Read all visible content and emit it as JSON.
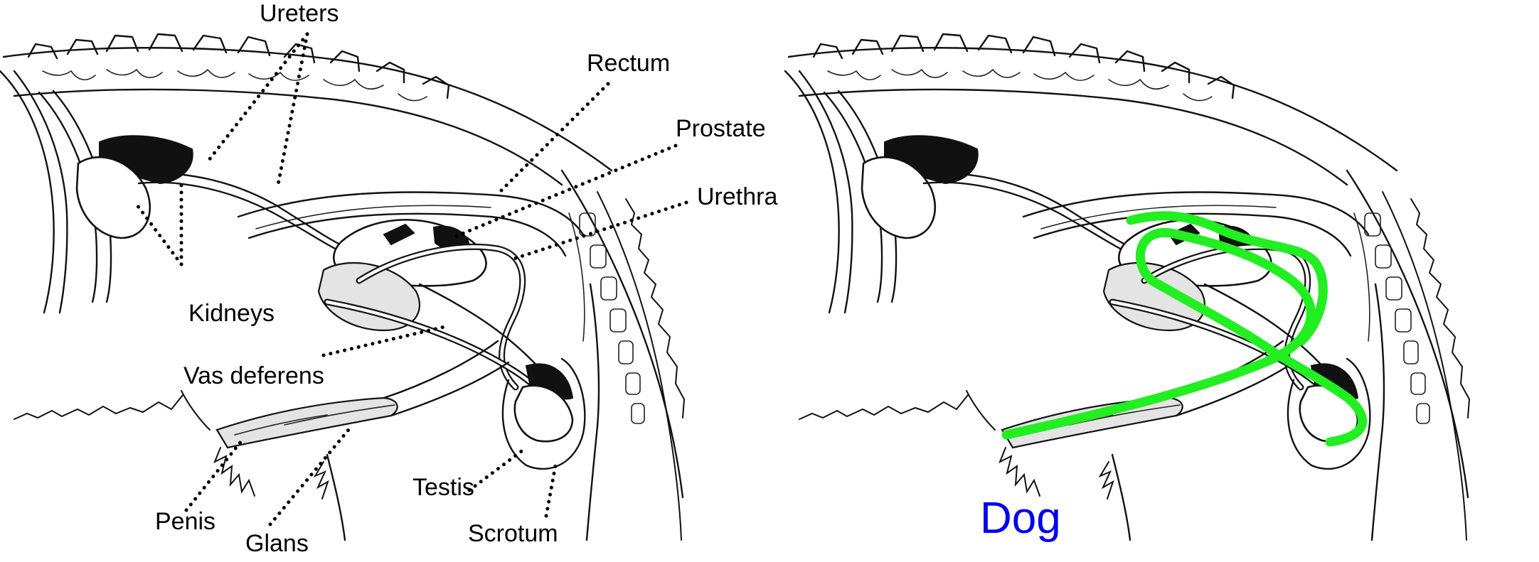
{
  "labels": {
    "ureters": "Ureters",
    "rectum": "Rectum",
    "prostate": "Prostate",
    "urethra": "Urethra",
    "kidneys": "Kidneys",
    "vas_deferens": "Vas deferens",
    "penis": "Penis",
    "glans": "Glans",
    "testis": "Testis",
    "scrotum": "Scrotum"
  },
  "species_caption": "Dog",
  "colors": {
    "caption": "#0000ee",
    "trace": "#22ee22",
    "ink": "#111111"
  }
}
